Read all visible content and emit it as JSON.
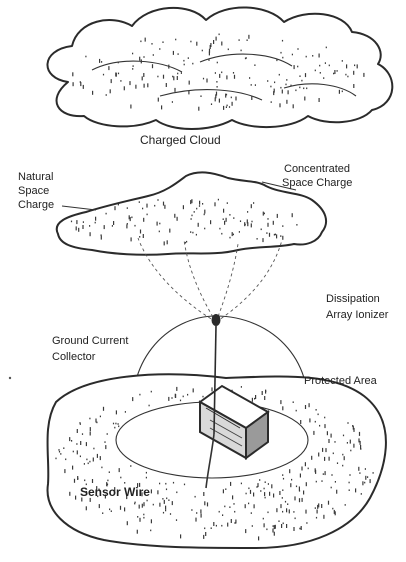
{
  "labels": {
    "charged_cloud": "Charged Cloud",
    "concentrated_line1": "Concentrated",
    "concentrated_line2": "Space Charge",
    "natural_line1": "Natural",
    "natural_line2": "Space",
    "natural_line3": "Charge",
    "dissipation_line1": "Dissipation",
    "dissipation_line2": "Array Ionizer",
    "ground_line1": "Ground Current",
    "ground_line2": "Collector",
    "protected_area": "Protected Area",
    "sensor_wire": "Sensor Wire"
  },
  "colors": {
    "ink": "#2b2b2b",
    "background": "#ffffff"
  }
}
